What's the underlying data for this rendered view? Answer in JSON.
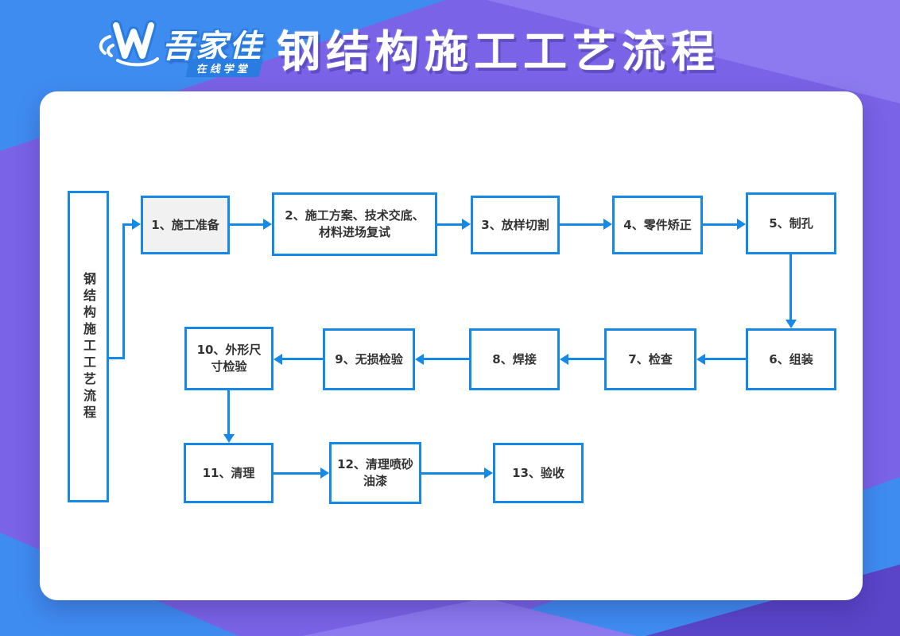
{
  "colors": {
    "accent_blue": "#1688e8",
    "background_purple": "#7a63e6",
    "shape_blue": "#3f8cf0",
    "shape_dark_purple": "#5a45c8",
    "shape_light_purple": "#8d7af0",
    "card_white": "#ffffff",
    "node_text": "#333333"
  },
  "header": {
    "title": "钢结构施工工艺流程",
    "logo": {
      "brand": "吾家佳",
      "tagline": "在线学堂"
    }
  },
  "flow": {
    "side_label": "钢结构施工工艺流程",
    "nodes": [
      {
        "label": "1、施工准备"
      },
      {
        "label": "2、施工方案、技术交底、材料进场复试"
      },
      {
        "label": "3、放样切割"
      },
      {
        "label": "4、零件矫正"
      },
      {
        "label": "5、制孔"
      },
      {
        "label": "6、组装"
      },
      {
        "label": "7、检查"
      },
      {
        "label": "8、焊接"
      },
      {
        "label": "9、无损检验"
      },
      {
        "label": "10、外形尺寸检验"
      },
      {
        "label": "11、清理"
      },
      {
        "label": "12、清理喷砂油漆"
      },
      {
        "label": "13、验收"
      }
    ]
  }
}
